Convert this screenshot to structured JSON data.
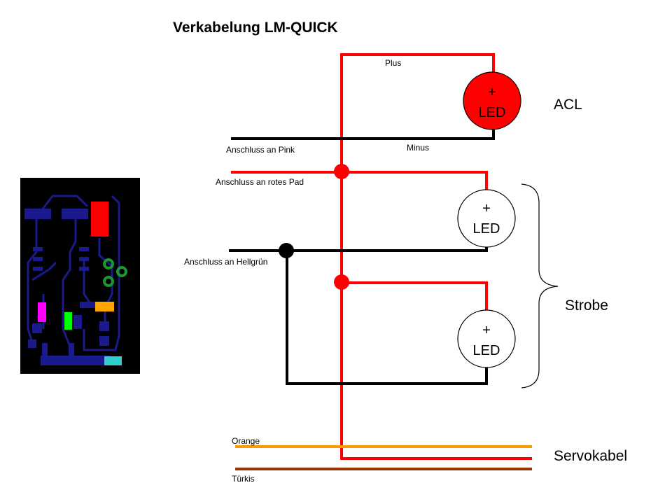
{
  "title": "Verkabelung LM-QUICK",
  "labels": {
    "plus": "Plus",
    "minus": "Minus",
    "pink": "Anschluss an Pink",
    "rotes_pad": "Anschluss an rotes Pad",
    "hellgruen": "Anschluss an Hellgrün",
    "orange": "Orange",
    "tuerkis": "Türkis"
  },
  "groups": {
    "acl": "ACL",
    "strobe": "Strobe",
    "servokabel": "Servokabel"
  },
  "leds": [
    {
      "plus": "+",
      "text": "LED",
      "fill": "#ff0000"
    },
    {
      "plus": "+",
      "text": "LED",
      "fill": "#ffffff"
    },
    {
      "plus": "+",
      "text": "LED",
      "fill": "#ffffff"
    }
  ],
  "colors": {
    "red_wire": "#ff0000",
    "black_wire": "#000000",
    "orange_wire": "#ff9900",
    "brown_wire": "#993300",
    "pcb_background": "#000000",
    "pcb_trace": "#1a1a8c",
    "pad_red": "#ff0000",
    "pad_green_ring": "#1a9a2e",
    "pad_magenta": "#ff00ff",
    "pad_green": "#00ff00",
    "pad_orange": "#ffa500",
    "pad_turquoise": "#33cccc"
  }
}
